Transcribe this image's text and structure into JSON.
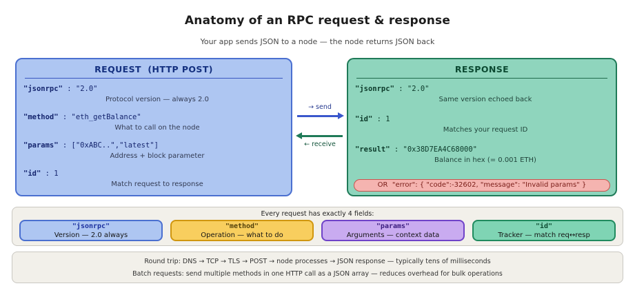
{
  "header": {
    "title": "Anatomy of an RPC request & response",
    "subtitle": "Your app sends JSON to a node — the node returns JSON back"
  },
  "request": {
    "title": "REQUEST  (HTTP POST)",
    "fields": [
      {
        "key": "\"jsonrpc\"",
        "rest": " : \"2.0\"",
        "caption": "Protocol version — always 2.0"
      },
      {
        "key": "\"method\"",
        "rest": " : \"eth_getBalance\"",
        "caption": "What to call on the node"
      },
      {
        "key": "\"params\"",
        "rest": " : [\"0xABC..\",\"latest\"]",
        "caption": "Address + block parameter"
      },
      {
        "key": "\"id\"",
        "rest": " : 1",
        "caption": "Match request to response"
      }
    ]
  },
  "arrows": {
    "send_label": "→ send",
    "receive_label": "← receive"
  },
  "response": {
    "title": "RESPONSE",
    "fields": [
      {
        "key": "\"jsonrpc\"",
        "rest": " : \"2.0\"",
        "caption": "Same version echoed back"
      },
      {
        "key": "\"id\"",
        "rest": " : 1",
        "caption": "Matches your request ID"
      },
      {
        "key": "\"result\"",
        "rest": " : \"0x38D7EA4C68000\"",
        "caption": "Balance in hex (= 0.001 ETH)"
      }
    ],
    "error_pill": "OR  \"error\": { \"code\":-32602, \"message\": \"Invalid params\" }"
  },
  "fields_panel": {
    "heading": "Every request has exactly 4 fields:",
    "items": [
      {
        "key": "\"jsonrpc\"",
        "desc": "Version — 2.0 always"
      },
      {
        "key": "\"method\"",
        "desc": "Operation — what to do"
      },
      {
        "key": "\"params\"",
        "desc": "Arguments — context data"
      },
      {
        "key": "\"id\"",
        "desc": "Tracker — match req↔resp"
      }
    ]
  },
  "notes": {
    "line1": "Round trip: DNS → TCP → TLS → POST → node processes → JSON response — typically tens of milliseconds",
    "line2": "Batch requests: send multiple methods in one HTTP call as a JSON array — reduces overhead for bulk operations"
  },
  "colors": {
    "request_fill": "#aec6f2",
    "request_border": "#4a6fd0",
    "request_header_text": "#14307f",
    "response_fill": "#8fd5bd",
    "response_border": "#1f7a58",
    "response_header_text": "#0c4a32",
    "error_fill": "#f5b4b0",
    "error_border": "#c9534e",
    "error_text": "#7a1d18",
    "send_arrow": "#3a57cc",
    "receive_arrow": "#1f7a58",
    "panel_fill": "#f2f0ea",
    "panel_border": "#c9c7c1",
    "chip_method_fill": "#f8ce5e",
    "chip_method_border": "#d0960f",
    "chip_params_fill": "#c9abf0",
    "chip_params_border": "#6f42c8",
    "chip_id_fill": "#7fd4b4",
    "chip_id_border": "#1f8a5e"
  }
}
